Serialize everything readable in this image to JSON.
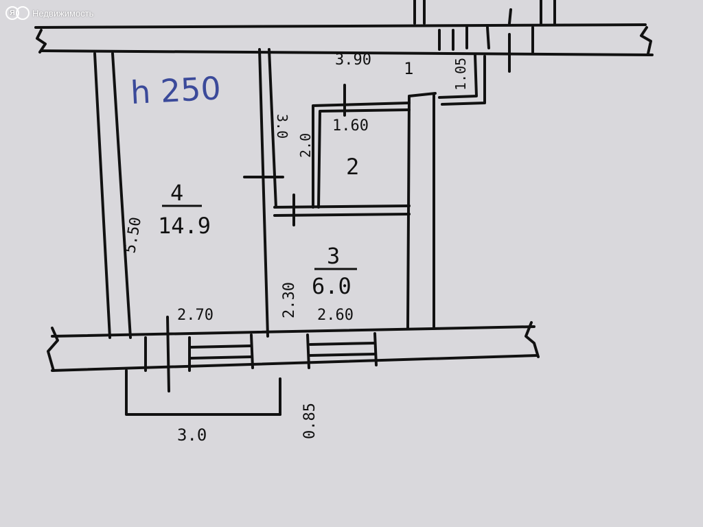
{
  "watermark": {
    "badge1": "Я",
    "badge2": "",
    "text": "Недвижимость"
  },
  "ceiling_note": "h 250",
  "dimensions": {
    "top_width": "3.90",
    "door_top_label": "1",
    "corridor_width": "1.05",
    "closet_width": "1.60",
    "wall_left_upper": "3.0",
    "closet_depth": "2.0",
    "room_length": "5.50",
    "bath_depth": "2.30",
    "room_width_bottom": "2.70",
    "bath_width": "2.60",
    "balcony_depth": "0.85",
    "balcony_width": "3.0"
  },
  "rooms": [
    {
      "number": "4",
      "area": "14.9"
    },
    {
      "number": "2",
      "area": ""
    },
    {
      "number": "3",
      "area": "6.0"
    }
  ],
  "colors": {
    "paper": "#d9d8dc",
    "ink": "#111111",
    "note_ink": "#3b4a9a",
    "watermark": "#ffffff"
  }
}
